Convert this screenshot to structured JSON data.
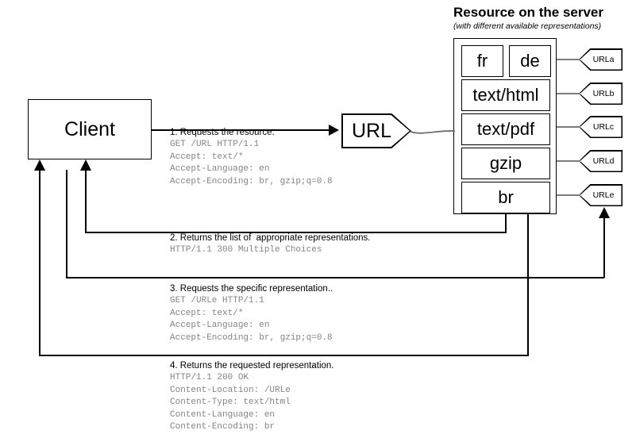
{
  "server": {
    "title": "Resource on the server",
    "subtitle": "(with different available representations)",
    "representations": [
      {
        "label": "fr",
        "url": "URLa"
      },
      {
        "label": "de",
        "url": "URLa"
      },
      {
        "label": "text/html",
        "url": "URLb"
      },
      {
        "label": "text/pdf",
        "url": "URLc"
      },
      {
        "label": "gzip",
        "url": "URLd"
      },
      {
        "label": "br",
        "url": "URLe"
      }
    ],
    "url_chips": [
      "URLa",
      "URLb",
      "URLc",
      "URLd",
      "URLe"
    ]
  },
  "client": {
    "label": "Client"
  },
  "url_node": {
    "label": "URL"
  },
  "steps": [
    {
      "title": "1. Requests the resource.",
      "lines": [
        "GET /URL HTTP/1.1",
        "Accept: text/*",
        "Accept-Language: en",
        "Accept-Encoding: br, gzip;q=0.8"
      ]
    },
    {
      "title": "2. Returns the list of  appropriate representations.",
      "lines": [
        "HTTP/1.1 300 Multiple Choices"
      ]
    },
    {
      "title": "3. Requests the specific representation..",
      "lines": [
        "GET /URLe HTTP/1.1",
        "Accept: text/*",
        "Accept-Language: en",
        "Accept-Encoding: br, gzip;q=0.8"
      ]
    },
    {
      "title": "4. Returns the requested representation.",
      "lines": [
        "HTTP/1.1 200 OK",
        "Content-Location: /URLe",
        "Content-Type: text/html",
        "Content-Language: en",
        "Content-Encoding: br"
      ]
    }
  ],
  "colors": {
    "stroke": "#000000",
    "mono_text": "#848484",
    "connector_gray": "#7d7d7d",
    "background": "#ffffff"
  }
}
